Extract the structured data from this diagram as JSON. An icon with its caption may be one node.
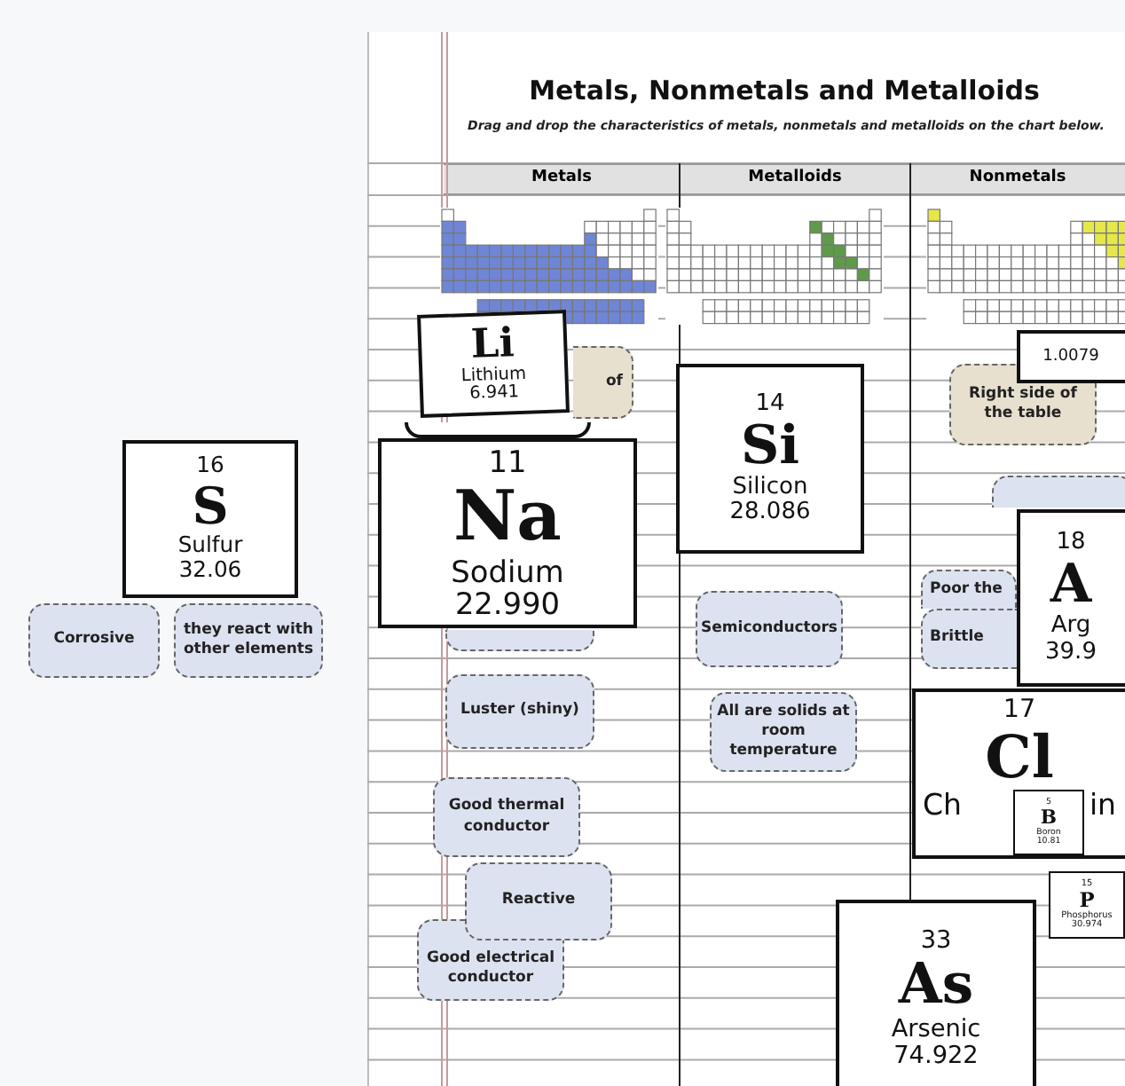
{
  "diagram": {
    "title": "Metals, Nonmetals and Metalloids",
    "nodes": [
      {
        "text": [],
        "shape": "box"
      },
      {
        "text": [
          "Li",
          "Lithium",
          "6.941"
        ]
      },
      {
        "text": [
          "of"
        ]
      },
      {
        "text": [
          "1.0079"
        ]
      },
      {
        "text": [
          "14",
          "Si",
          "Silicon",
          "28.086"
        ]
      },
      {
        "text": [
          "Right side of the table"
        ]
      },
      {
        "text": [
          "16",
          "S",
          "Sulfur",
          "32.06"
        ]
      },
      {
        "text": [
          "11",
          "Na",
          "Sodium",
          "22.990"
        ]
      },
      {
        "text": [],
        "shape": "box"
      },
      {
        "text": [],
        "shape": "box"
      },
      {
        "text": [
          "18",
          "A",
          "Arg",
          "39.9"
        ]
      },
      {
        "text": [
          "Poor the"
        ]
      },
      {
        "text": [
          "Brittle"
        ]
      },
      {
        "text": [
          "Corrosive"
        ]
      },
      {
        "text": [
          "they react with other elements"
        ]
      },
      {
        "text": [
          "Semiconductors"
        ]
      },
      {
        "text": [
          "17",
          "Cl",
          "Ch",
          "in"
        ]
      },
      {
        "text": [
          "5",
          "B",
          "Boron",
          "10.81"
        ],
        "in": 16
      },
      {
        "text": [
          "Luster (shiny)"
        ]
      },
      {
        "text": [
          "All are solids at room temperature"
        ]
      },
      {
        "text": [
          "Good thermal conductor"
        ]
      },
      {
        "text": [
          "Reactive"
        ]
      },
      {
        "text": [
          "Good electrical conductor"
        ]
      },
      {
        "text": [
          "15",
          "P",
          "Phosphorus",
          "30.974"
        ]
      },
      {
        "text": [
          "33",
          "As",
          "Arsenic",
          "74.922"
        ]
      }
    ],
    "labels": [
      "Drag and drop the characteristics of metals, nonmetals and metalloids on the chart below.",
      "Metals",
      "Metalloids",
      "Nonmetals"
    ]
  }
}
